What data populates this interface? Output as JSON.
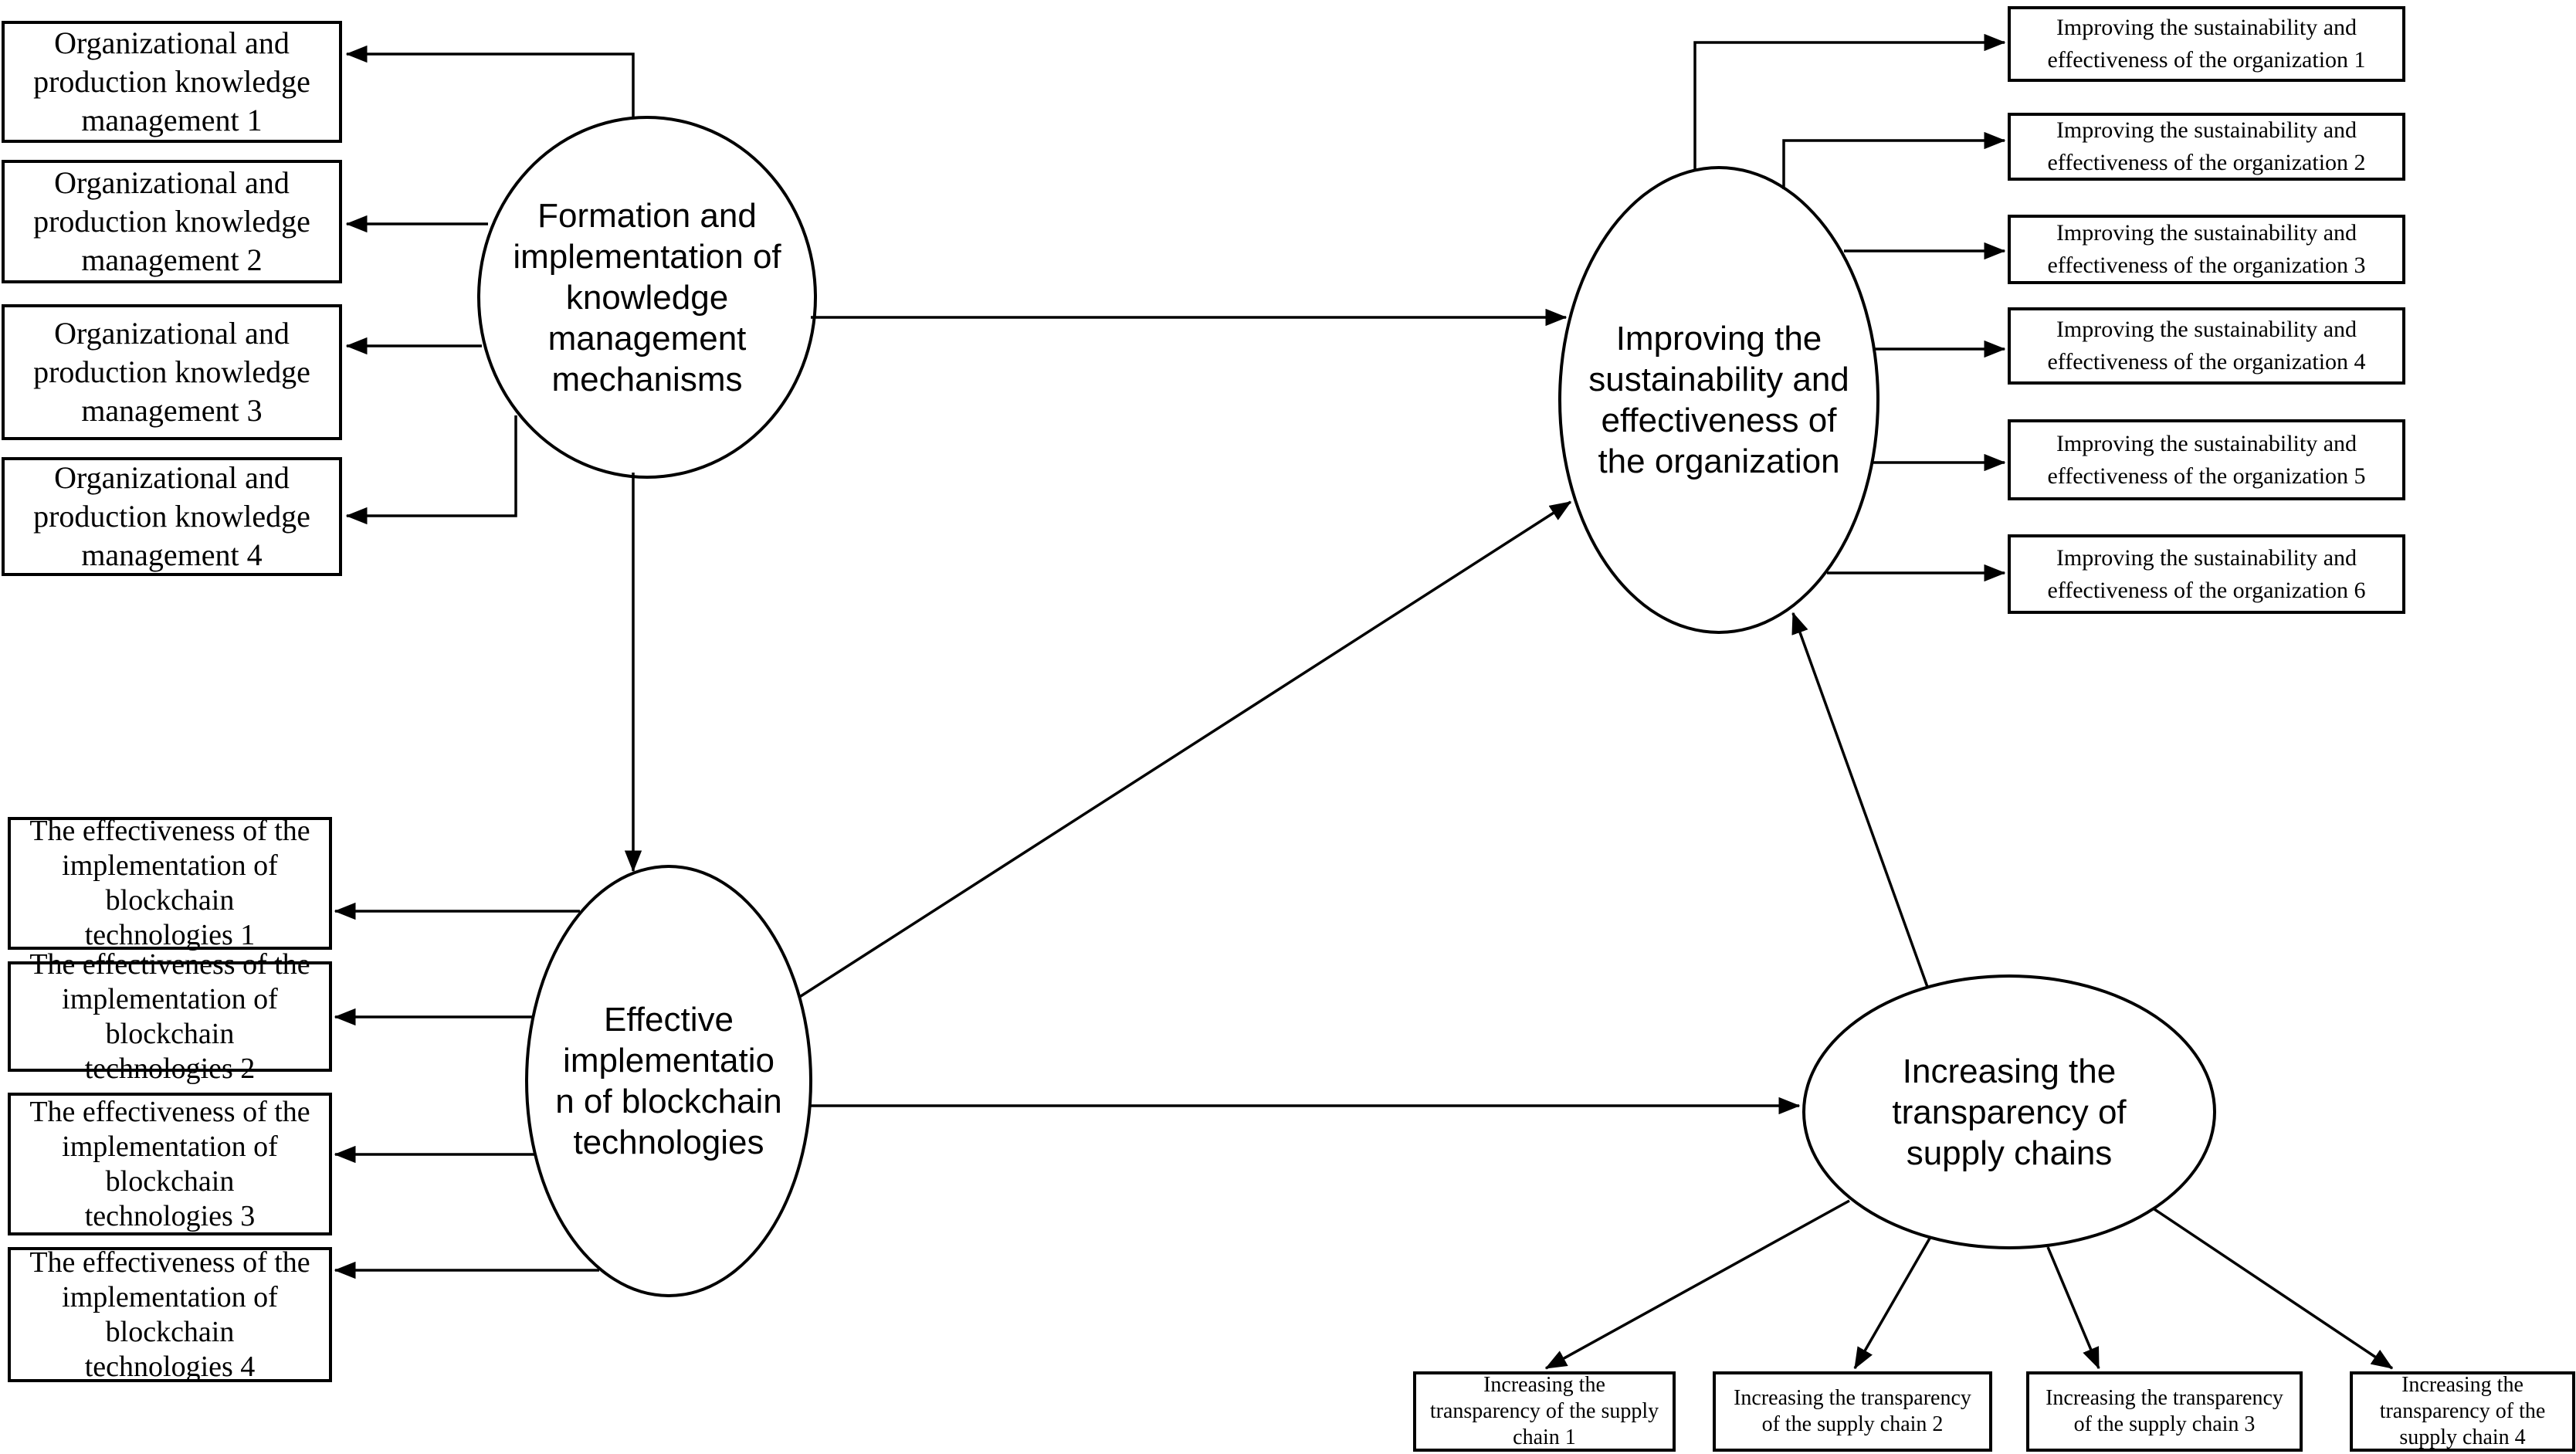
{
  "diagram": {
    "type": "structural-equation-model-path-diagram",
    "background_color": "#ffffff",
    "stroke_color": "#000000",
    "node_fill_color": "#ffffff",
    "text_color": "#000000"
  },
  "nodes": {
    "km_ellipse": {
      "lines": [
        "Formation and",
        "implementation of",
        "knowledge",
        "management",
        "mechanisms"
      ]
    },
    "org_ellipse": {
      "lines": [
        "Improving the",
        "sustainability and",
        "effectiveness of",
        "the organization"
      ]
    },
    "bt_ellipse": {
      "lines": [
        "Effective",
        "implementatio",
        "n of blockchain",
        "technologies"
      ]
    },
    "sc_ellipse": {
      "lines": [
        "Increasing the",
        "transparency of",
        "supply chains"
      ]
    },
    "km_indicators": [
      "Organizational and production knowledge management 1",
      "Organizational and production knowledge management 2",
      "Organizational and production knowledge management 3",
      "Organizational and production knowledge management 4"
    ],
    "org_indicators": [
      "Improving the sustainability and effectiveness of the organization 1",
      "Improving the sustainability and effectiveness of the organization 2",
      "Improving the sustainability and effectiveness of the organization 3",
      "Improving the sustainability and effectiveness of the organization 4",
      "Improving the sustainability and effectiveness of the organization 5",
      "Improving the sustainability and effectiveness of the organization 6"
    ],
    "bt_indicators": [
      "The effectiveness of the implementation of blockchain technologies 1",
      "The effectiveness of the implementation of blockchain technologies 2",
      "The effectiveness of the implementation of blockchain technologies 3",
      "The effectiveness of the implementation of blockchain technologies 4"
    ],
    "sc_indicators": [
      "Increasing the transparency of the supply chain 1",
      "Increasing the transparency of the supply chain 2",
      "Increasing the transparency of the supply chain 3",
      "Increasing the transparency of the supply chain 4"
    ]
  }
}
